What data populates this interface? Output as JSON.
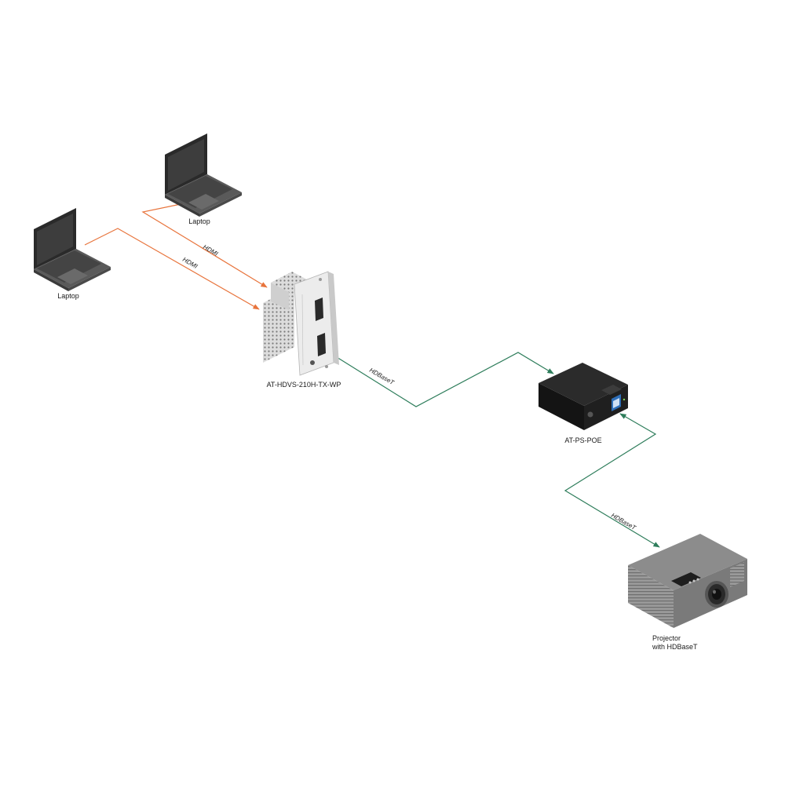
{
  "colors": {
    "hdmi_cable": "#e8743c",
    "hdbaset_cable": "#2e7d5b",
    "device_dark": "#1e1e1e",
    "device_grey": "#8a8a8a",
    "wallplate": "#e6e6e6",
    "background": "#ffffff"
  },
  "devices": {
    "laptop_top": {
      "label": "Laptop",
      "icon": "laptop-icon"
    },
    "laptop_left": {
      "label": "Laptop",
      "icon": "laptop-icon"
    },
    "transmitter": {
      "label": "AT-HDVS-210H-TX-WP",
      "icon": "wall-plate-transmitter-icon"
    },
    "power_supply": {
      "label": "AT-PS-POE",
      "icon": "poe-power-supply-icon"
    },
    "projector": {
      "label_line1": "Projector",
      "label_line2": "with HDBaseT",
      "icon": "projector-icon"
    }
  },
  "cables": {
    "hdmi_top": {
      "label": "HDMI"
    },
    "hdmi_left": {
      "label": "HDMI"
    },
    "hdbaset_tx_psu": {
      "label": "HDBaseT"
    },
    "hdbaset_psu_projector": {
      "label": "HDBaseT"
    }
  }
}
